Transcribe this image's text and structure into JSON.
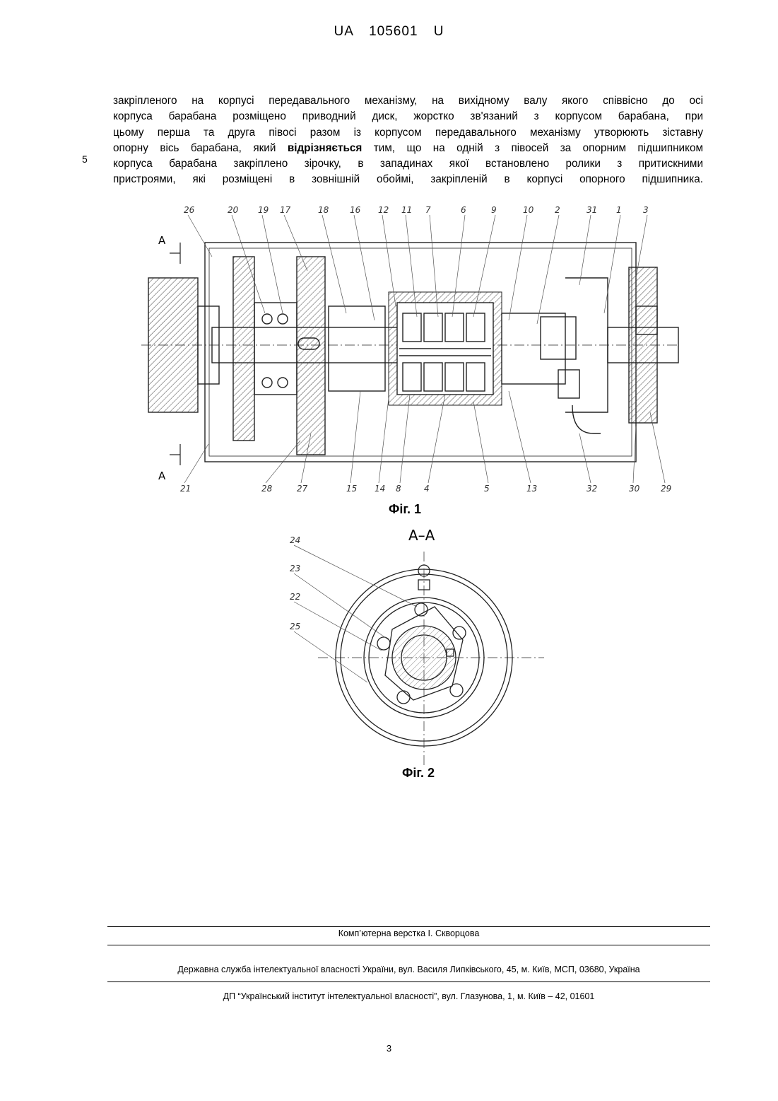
{
  "header": {
    "country": "UA",
    "number": "105601",
    "kind": "U"
  },
  "body": {
    "lines": [
      "закріпленого на корпусі передавального механізму, на вихідному валу якого співвісно до осі",
      "корпуса барабана розміщено приводний диск, жорстко зв'язаний з корпусом барабана, при",
      "цьому перша та друга півосі разом із корпусом передавального механізму утворюють зіставну"
    ],
    "line4_before": "опорну вісь барабана, який ",
    "line4_bold": "відрізняється",
    "line4_after": " тим, що на одній з півосей за опорним підшипником",
    "lines_tail": [
      "корпуса барабана закріплено зірочку, в западинах якої встановлено ролики з притискними",
      "пристроями, які розміщені в зовнішній обоймі, закріпленій в корпусі опорного підшипника."
    ],
    "line_number": "5"
  },
  "figure1": {
    "caption": "Фіг. 1",
    "section_mark": "А",
    "labels_top": [
      "26",
      "20",
      "19",
      "17",
      "18",
      "16",
      "12",
      "11",
      "7",
      "6",
      "9",
      "10",
      "2",
      "31",
      "1",
      "3"
    ],
    "labels_bottom": [
      "21",
      "28",
      "27",
      "15",
      "14",
      "8",
      "4",
      "5",
      "13",
      "32",
      "30",
      "29"
    ]
  },
  "figure2": {
    "caption": "Фіг. 2",
    "section_title": "А–А",
    "labels": [
      "24",
      "23",
      "22",
      "25"
    ]
  },
  "footer": {
    "layout_credit": "Комп’ютерна верстка І. Скворцова",
    "agency": "Державна служба інтелектуальної власності України, вул. Василя Липківського, 45, м. Київ, МСП, 03680, Україна",
    "institute": "ДП “Український інститут інтелектуальної власності”, вул. Глазунова, 1, м. Київ – 42, 01601"
  },
  "page_number": "3"
}
